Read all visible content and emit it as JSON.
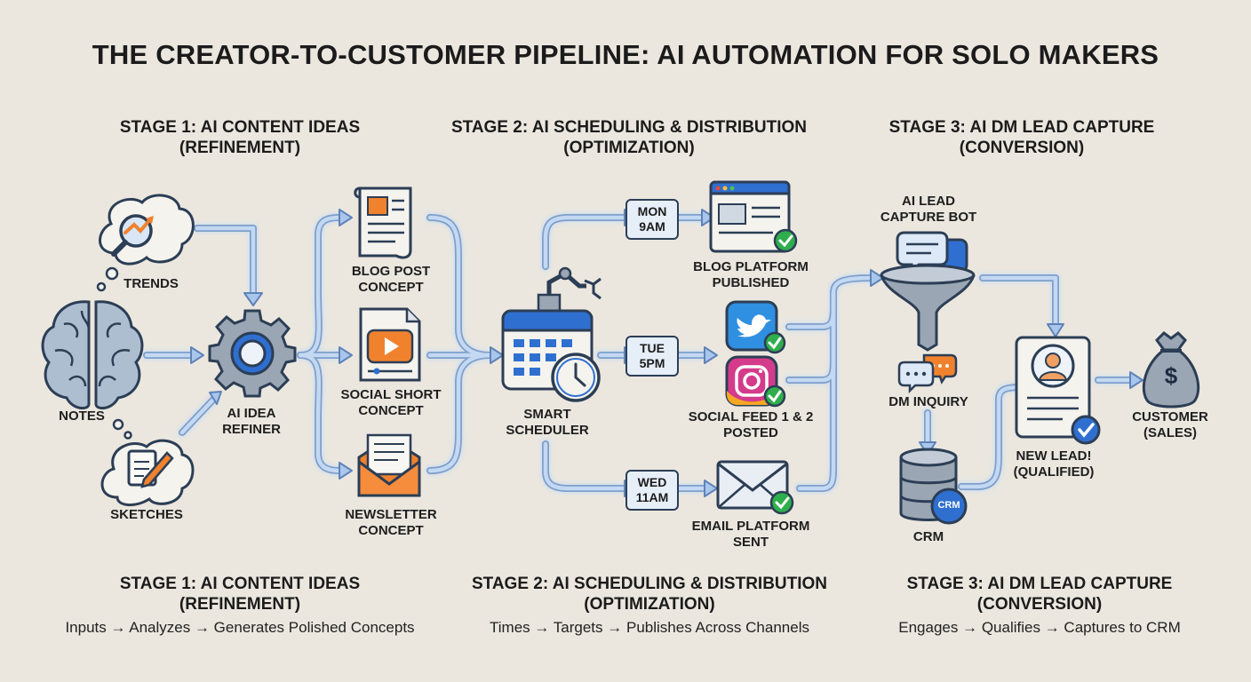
{
  "title": "THE CREATOR-TO-CUSTOMER PIPELINE: AI AUTOMATION FOR SOLO MAKERS",
  "stages": [
    {
      "line1": "STAGE 1: AI CONTENT IDEAS",
      "line2": "(REFINEMENT)",
      "summary": "Inputs → Analyzes → Generates Polished Concepts"
    },
    {
      "line1": "STAGE 2: AI SCHEDULING & DISTRIBUTION",
      "line2": "(OPTIMIZATION)",
      "summary": "Times → Targets → Publishes Across Channels"
    },
    {
      "line1": "STAGE 3: AI DM LEAD CAPTURE",
      "line2": "(CONVERSION)",
      "summary": "Engages → Qualifies → Captures to CRM"
    }
  ],
  "stage1": {
    "inputs": {
      "trends": "TRENDS",
      "notes": "NOTES",
      "sketches": "SKETCHES"
    },
    "refiner": [
      "AI IDEA",
      "REFINER"
    ],
    "concepts": {
      "blog": [
        "BLOG POST",
        "CONCEPT"
      ],
      "social": [
        "SOCIAL SHORT",
        "CONCEPT"
      ],
      "newsletter": [
        "NEWSLETTER",
        "CONCEPT"
      ]
    }
  },
  "stage2": {
    "scheduler": [
      "SMART",
      "SCHEDULER"
    ],
    "times": {
      "mon": [
        "MON",
        "9AM"
      ],
      "tue": [
        "TUE",
        "5PM"
      ],
      "wed": [
        "WED",
        "11AM"
      ]
    },
    "outputs": {
      "blog": [
        "BLOG PLATFORM",
        "PUBLISHED"
      ],
      "social": [
        "SOCIAL FEED 1 & 2",
        "POSTED"
      ],
      "email": [
        "EMAIL PLATFORM",
        "SENT"
      ]
    }
  },
  "stage3": {
    "bot": [
      "AI LEAD",
      "CAPTURE BOT"
    ],
    "dm": "DM INQUIRY",
    "crm": "CRM",
    "crm_badge": "CRM",
    "lead": [
      "NEW LEAD!",
      "(QUALIFIED)"
    ],
    "customer": [
      "CUSTOMER",
      "(SALES)"
    ],
    "currency_symbol": "$"
  },
  "colors": {
    "background": "#ebe7df",
    "arrow": "#a9c6ec",
    "arrow_outline": "#7f9fcb",
    "dark": "#2c3e55",
    "check_green": "#2fae4e",
    "accent_blue": "#2f6fd0",
    "orange": "#f0822e"
  }
}
